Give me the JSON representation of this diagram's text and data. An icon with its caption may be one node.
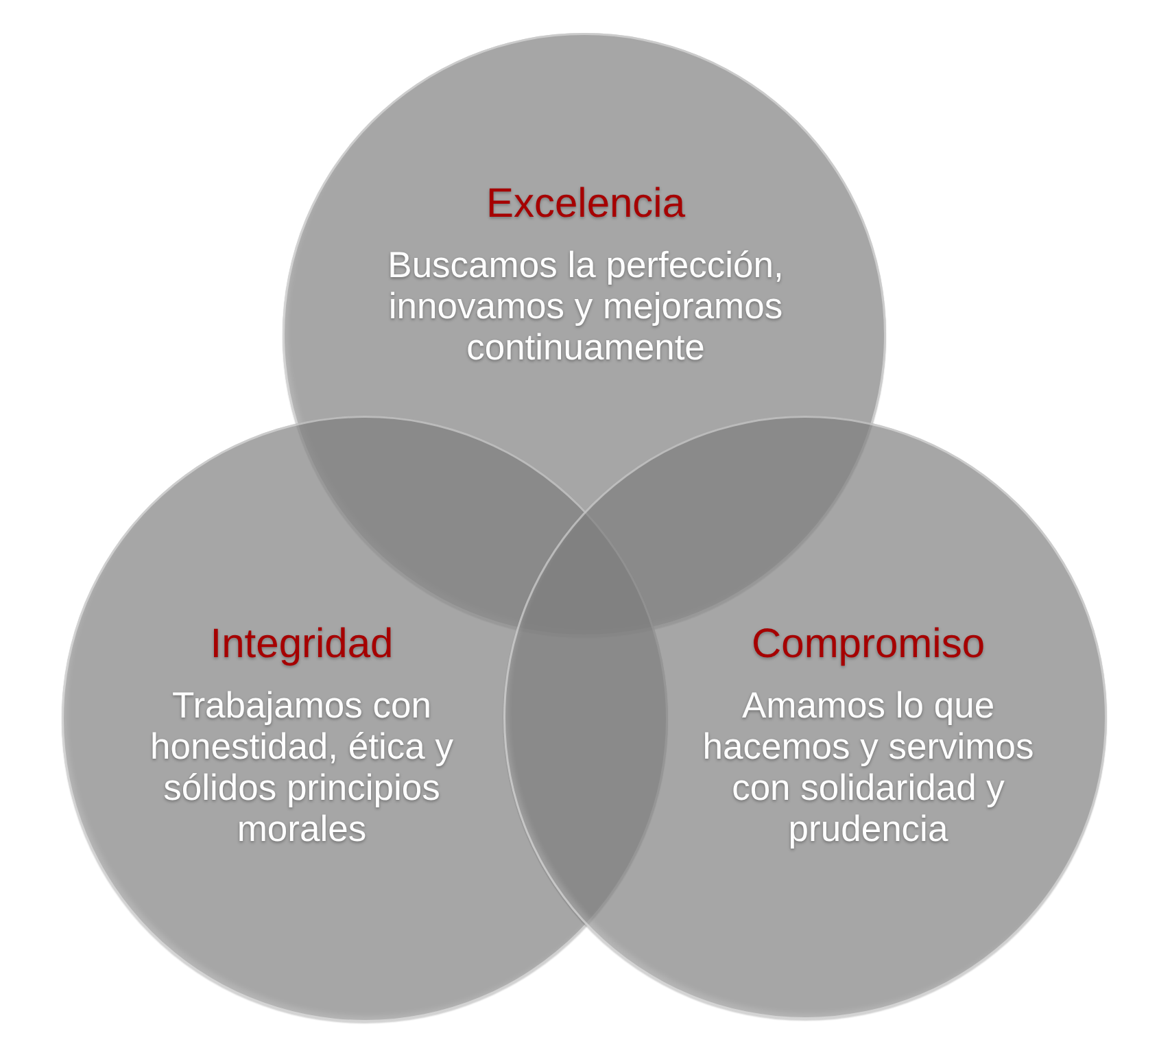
{
  "diagram": {
    "nodes": [
      {
        "text": [
          "Excelencia",
          "Buscamos la perfección, innovamos y mejoramos continuamente"
        ]
      },
      {
        "text": [
          "Integridad",
          "Trabajamos con honestidad, ética y sólidos principios morales"
        ]
      },
      {
        "text": [
          "Compromiso",
          "Amamos lo que hacemos y servimos con solidaridad y prudencia"
        ]
      }
    ]
  }
}
